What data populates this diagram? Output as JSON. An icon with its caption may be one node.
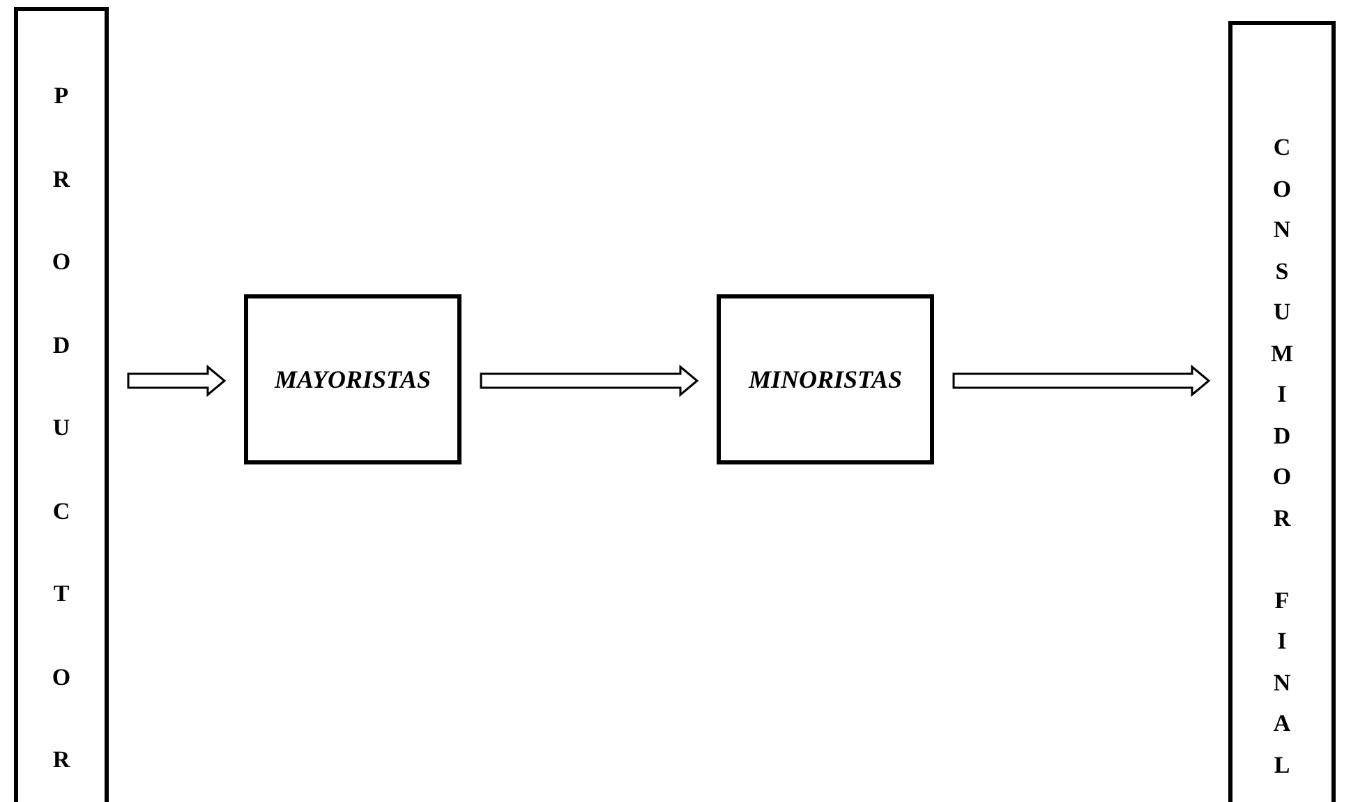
{
  "diagram": {
    "nodes": [
      {
        "text": [
          "PRODUCTOR"
        ]
      },
      {
        "text": [
          "MAYORISTAS"
        ]
      },
      {
        "text": [
          "MINORISTAS"
        ]
      },
      {
        "text": [
          "CONSUMIDOR FINAL"
        ]
      }
    ],
    "edges": [
      {
        "from": 0,
        "to": 1,
        "arrow": "to"
      },
      {
        "from": 1,
        "to": 2,
        "arrow": "to"
      },
      {
        "from": 2,
        "to": 3,
        "arrow": "to"
      }
    ]
  }
}
